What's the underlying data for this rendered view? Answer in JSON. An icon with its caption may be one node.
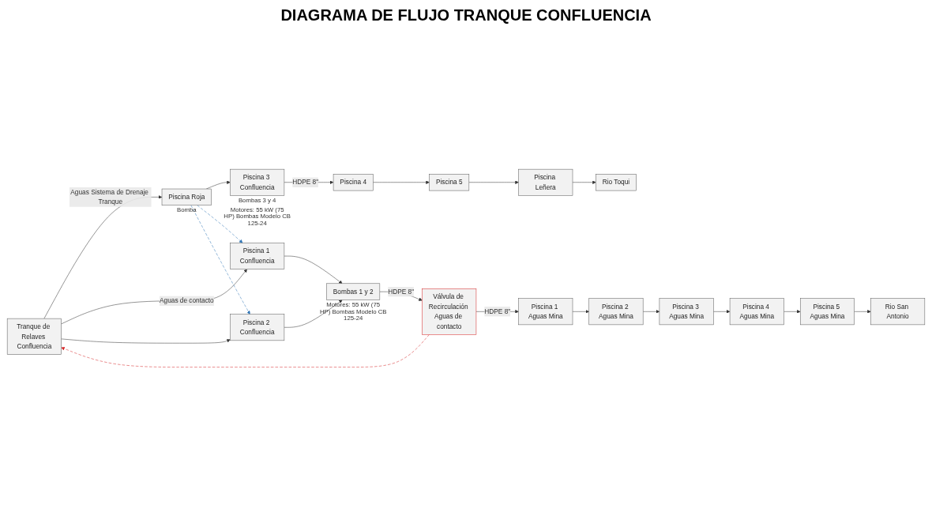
{
  "diagram": {
    "title": "DIAGRAMA DE FLUJO TRANQUE CONFLUENCIA",
    "nodes": [
      {
        "text": [
          "Tranque de Relaves Confluencia"
        ]
      },
      {
        "text": [
          "Piscina Roja"
        ],
        "beside": [
          "Bomba"
        ]
      },
      {
        "text": [
          "Piscina 3 Confluencia"
        ],
        "beside": [
          "Bombas 3 y 4",
          "Motores: 55 kW (75 HP) Bombas Modelo CB 125-24"
        ]
      },
      {
        "text": [
          "Piscina 4"
        ]
      },
      {
        "text": [
          "Piscina 5"
        ]
      },
      {
        "text": [
          "Piscina Leñera"
        ]
      },
      {
        "text": [
          "Rio Toqui"
        ]
      },
      {
        "text": [
          "Piscina 1 Confluencia"
        ]
      },
      {
        "text": [
          "Piscina 2 Confluencia"
        ]
      },
      {
        "text": [
          "Bombas 1 y 2"
        ],
        "beside": [
          "Motores: 55 kW (75 HP) Bombas Modelo CB 125-24"
        ]
      },
      {
        "text": [
          "Válvula de Recirculación Aguas de contacto"
        ]
      },
      {
        "text": [
          "Piscina 1 Aguas Mina"
        ]
      },
      {
        "text": [
          "Piscina 2 Aguas Mina"
        ]
      },
      {
        "text": [
          "Piscina 3 Aguas Mina"
        ]
      },
      {
        "text": [
          "Piscina 4 Aguas Mina"
        ]
      },
      {
        "text": [
          "Piscina 5 Aguas Mina"
        ]
      },
      {
        "text": [
          "Rio San Antonio"
        ]
      }
    ],
    "edges": [
      {
        "from": 0,
        "to": 1,
        "arrow": "to",
        "label": "Aguas Sistema de Drenaje Tranque"
      },
      {
        "from": 1,
        "to": 2,
        "arrow": "to"
      },
      {
        "from": 2,
        "to": 3,
        "arrow": "to",
        "label": "HDPE 8\""
      },
      {
        "from": 3,
        "to": 4,
        "arrow": "to"
      },
      {
        "from": 4,
        "to": 5,
        "arrow": "to"
      },
      {
        "from": 5,
        "to": 6,
        "arrow": "to"
      },
      {
        "from": 0,
        "to": 7,
        "arrow": "to",
        "label": "Aguas de contacto"
      },
      {
        "from": 0,
        "to": 8,
        "arrow": "to"
      },
      {
        "from": 7,
        "to": 9,
        "arrow": "to"
      },
      {
        "from": 8,
        "to": 9,
        "arrow": "to"
      },
      {
        "from": 9,
        "to": 10,
        "arrow": "to",
        "label": "HDPE 8\""
      },
      {
        "from": 10,
        "to": 11,
        "arrow": "to",
        "label": "HDPE 8\""
      },
      {
        "from": 11,
        "to": 12,
        "arrow": "to"
      },
      {
        "from": 12,
        "to": 13,
        "arrow": "to"
      },
      {
        "from": 13,
        "to": 14,
        "arrow": "to"
      },
      {
        "from": 14,
        "to": 15,
        "arrow": "to"
      },
      {
        "from": 15,
        "to": 16,
        "arrow": "to"
      },
      {
        "from": 10,
        "to": 0,
        "arrow": "to",
        "style": "dashed",
        "color": "#d62728"
      },
      {
        "from": 1,
        "to": 7,
        "arrow": "to",
        "style": "dashed",
        "color": "#2e75b6"
      },
      {
        "from": 1,
        "to": 8,
        "arrow": "to",
        "style": "dashed",
        "color": "#2e75b6"
      }
    ]
  }
}
